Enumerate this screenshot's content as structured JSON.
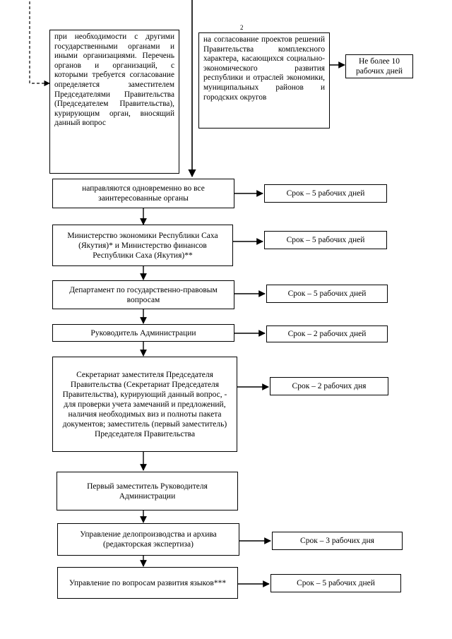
{
  "page_number": "2",
  "box_left_note": "при необходимости с другими государственными органами и иными организациями. Перечень органов и организаций, с которыми требуется согласование определяется заместителем Председателями Правительства (Председателем Правительства), курирующим орган, вносящий данный вопрос",
  "box_right_note": "на согласование проектов решений Правительства комплексного характера, касающихся социально-экономического развития республики и отраслей экономики, муниципальных районов и городских округов",
  "term_right_note": "Не более 10 рабочих дней",
  "steps": [
    {
      "label": "направляются одновременно во все заинтересованные органы",
      "term": "Срок – 5 рабочих дней"
    },
    {
      "label": "Министерство экономики Республики Саха (Якутия)* и Министерство финансов Республики Саха (Якутия)**",
      "term": "Срок – 5 рабочих дней"
    },
    {
      "label": "Департамент по государственно-правовым вопросам",
      "term": "Срок – 5 рабочих дней"
    },
    {
      "label": "Руководитель Администрации",
      "term": "Срок – 2 рабочих дней"
    },
    {
      "label": "Секретариат заместителя Председателя Правительства (Секретариат Председателя Правительства), курирующий данный вопрос, - для проверки учета замечаний и предложений, наличия необходимых виз и полноты пакета документов; заместитель (первый заместитель) Председателя Правительства",
      "term": "Срок – 2 рабочих дня"
    },
    {
      "label": "Первый заместитель Руководителя Администрации",
      "term": ""
    },
    {
      "label": "Управление делопроизводства и архива (редакторская экспертиза)",
      "term": "Срок – 3 рабочих дня"
    },
    {
      "label": "Управление по вопросам развития языков***",
      "term": "Срок – 5 рабочих дней"
    }
  ]
}
